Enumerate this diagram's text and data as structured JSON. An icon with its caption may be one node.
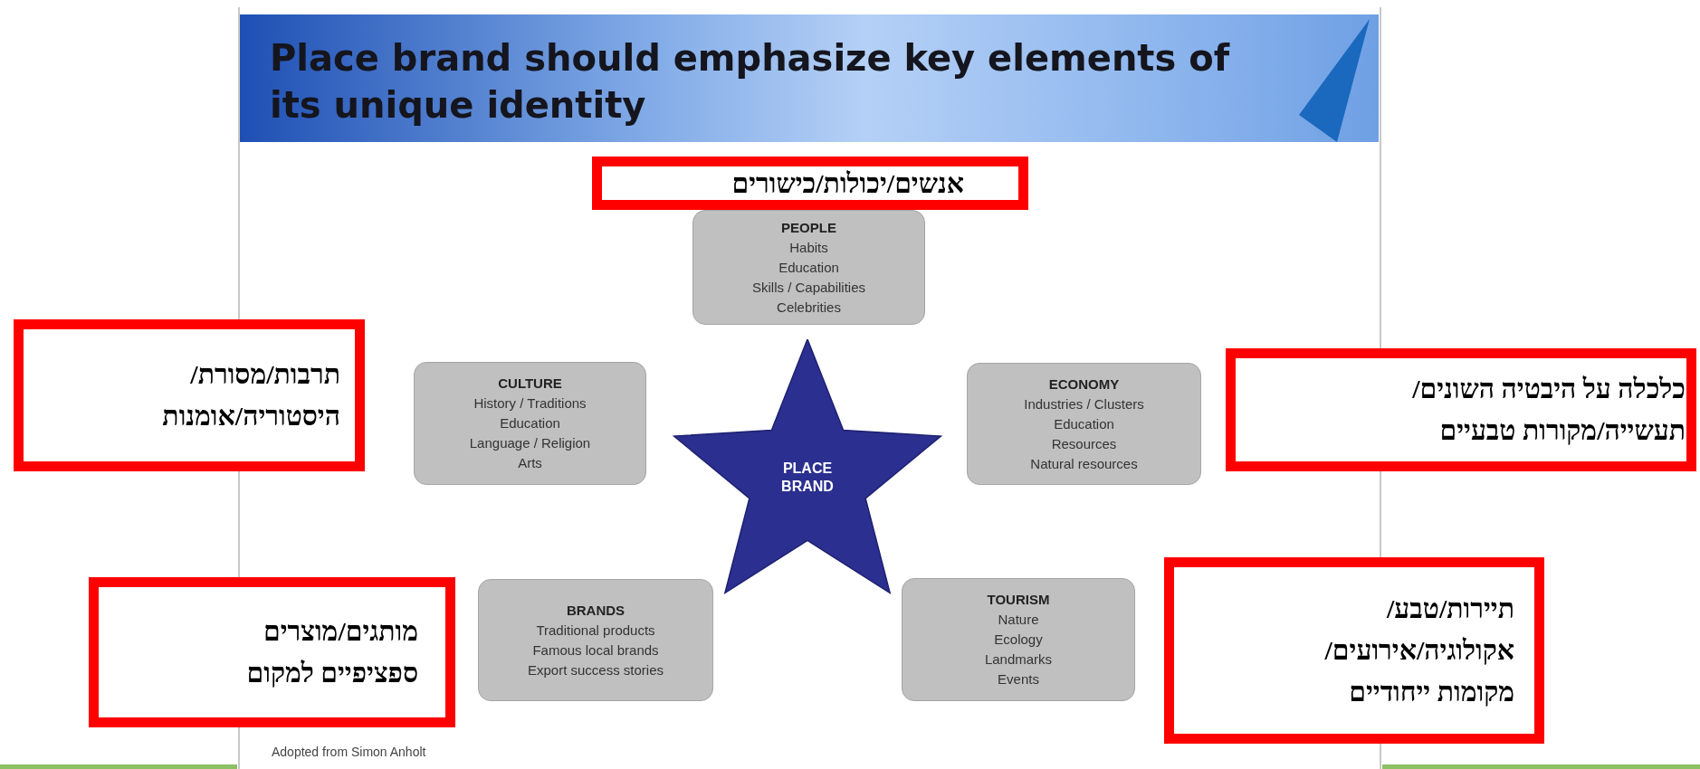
{
  "diagram": {
    "title": "Place brand should emphasize key elements of its unique identity",
    "nodes": [
      {
        "text": [
          "אנשים/יכולות/כישורים"
        ]
      },
      {
        "text": [
          "PEOPLE",
          "Habits",
          "Education",
          "Skills / Capabilities",
          "Celebrities"
        ]
      },
      {
        "text": [
          "תרבות/מסורת/ היסטוריה/אומנות"
        ]
      },
      {
        "text": [
          "CULTURE",
          "History / Traditions",
          "Education",
          "Language / Religion",
          "Arts"
        ]
      },
      {
        "text": [
          "ECONOMY",
          "Industries / Clusters",
          "Education",
          "Resources",
          "Natural resources"
        ]
      },
      {
        "text": [
          "כלכלה על היבטיה השונים/ תעשייה/מקורות טבעיים"
        ]
      },
      {
        "text": [
          "PLACE BRAND"
        ]
      },
      {
        "text": [
          "מותגים/מוצרים ספציפיים למקום"
        ]
      },
      {
        "text": [
          "BRANDS",
          "Traditional products",
          "Famous local brands",
          "Export success stories"
        ]
      },
      {
        "text": [
          "TOURISM",
          "Nature",
          "Ecology",
          "Landmarks",
          "Events"
        ]
      },
      {
        "text": [
          "תיירות/טבע/ אקולוגיה/אירועים/ מקומות ייחודיים"
        ]
      }
    ],
    "labels": [
      "Adopted from Simon Anholt"
    ]
  }
}
